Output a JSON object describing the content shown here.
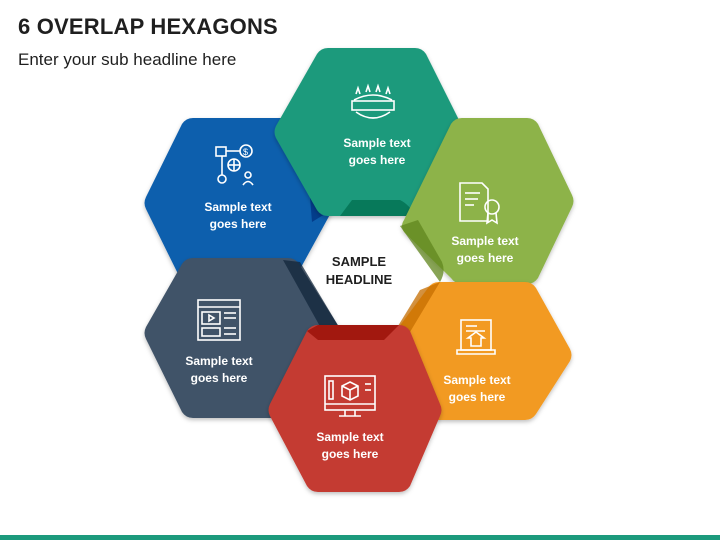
{
  "title": "6 OVERLAP HEXAGONS",
  "subtitle": "Enter your sub headline here",
  "center": {
    "line1": "SAMPLE",
    "line2": "HEADLINE"
  },
  "colors": {
    "blue": "#0e5fad",
    "teal": "#1c9a7c",
    "green": "#8db34a",
    "orange": "#f29a22",
    "red": "#c43a31",
    "slate": "#3f5368",
    "bottom_bar": "#1c9a7c"
  },
  "hexagons": [
    {
      "id": "blue",
      "icon": "logistics-network-icon",
      "line1": "Sample text",
      "line2": "goes here"
    },
    {
      "id": "teal",
      "icon": "award-badge-icon",
      "line1": "Sample text",
      "line2": "goes here"
    },
    {
      "id": "green",
      "icon": "certificate-icon",
      "line1": "Sample text",
      "line2": "goes here"
    },
    {
      "id": "orange",
      "icon": "laptop-upload-icon",
      "line1": "Sample text",
      "line2": "goes here"
    },
    {
      "id": "red",
      "icon": "3d-monitor-icon",
      "line1": "Sample text",
      "line2": "goes here"
    },
    {
      "id": "slate",
      "icon": "web-layout-icon",
      "line1": "Sample text",
      "line2": "goes here"
    }
  ]
}
